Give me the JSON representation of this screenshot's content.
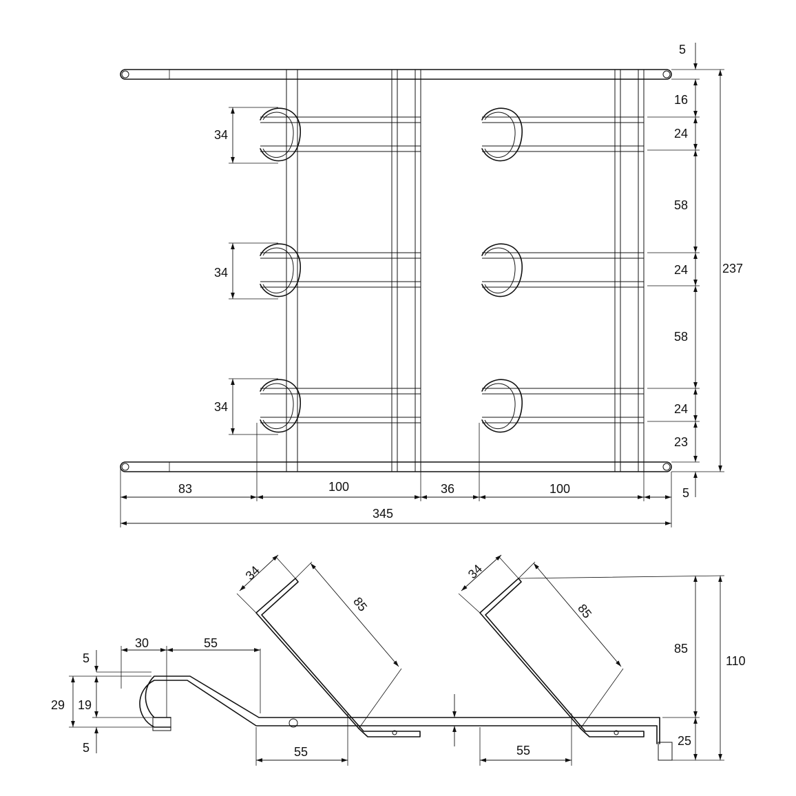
{
  "top_view": {
    "dims": {
      "gap_top": "5",
      "top_to_row1": "16",
      "row1_pair": "24",
      "row1_to_row2": "58",
      "row2_pair": "24",
      "row2_to_row3": "58",
      "row3_pair": "24",
      "row3_to_bottom": "23",
      "gap_bottom": "5",
      "overall_height": "237",
      "hook1_depth": "34",
      "hook2_depth": "34",
      "hook3_depth": "34",
      "left_offset": "83",
      "left_frame_width": "100",
      "center_gap": "36",
      "right_frame_width": "100",
      "overall_width": "345"
    }
  },
  "side_view": {
    "dims": {
      "left_arm_width": "34",
      "left_arm_length": "85",
      "right_arm_width": "34",
      "right_arm_length": "85",
      "hook_width": "30",
      "hook_to_bend": "55",
      "hook_top_gap": "5",
      "hook_outer": "29",
      "hook_inner": "19",
      "hook_bottom_gap": "5",
      "left_base": "55",
      "right_base": "55",
      "arm_height": "85",
      "total_height": "110",
      "leg_height": "25"
    }
  }
}
